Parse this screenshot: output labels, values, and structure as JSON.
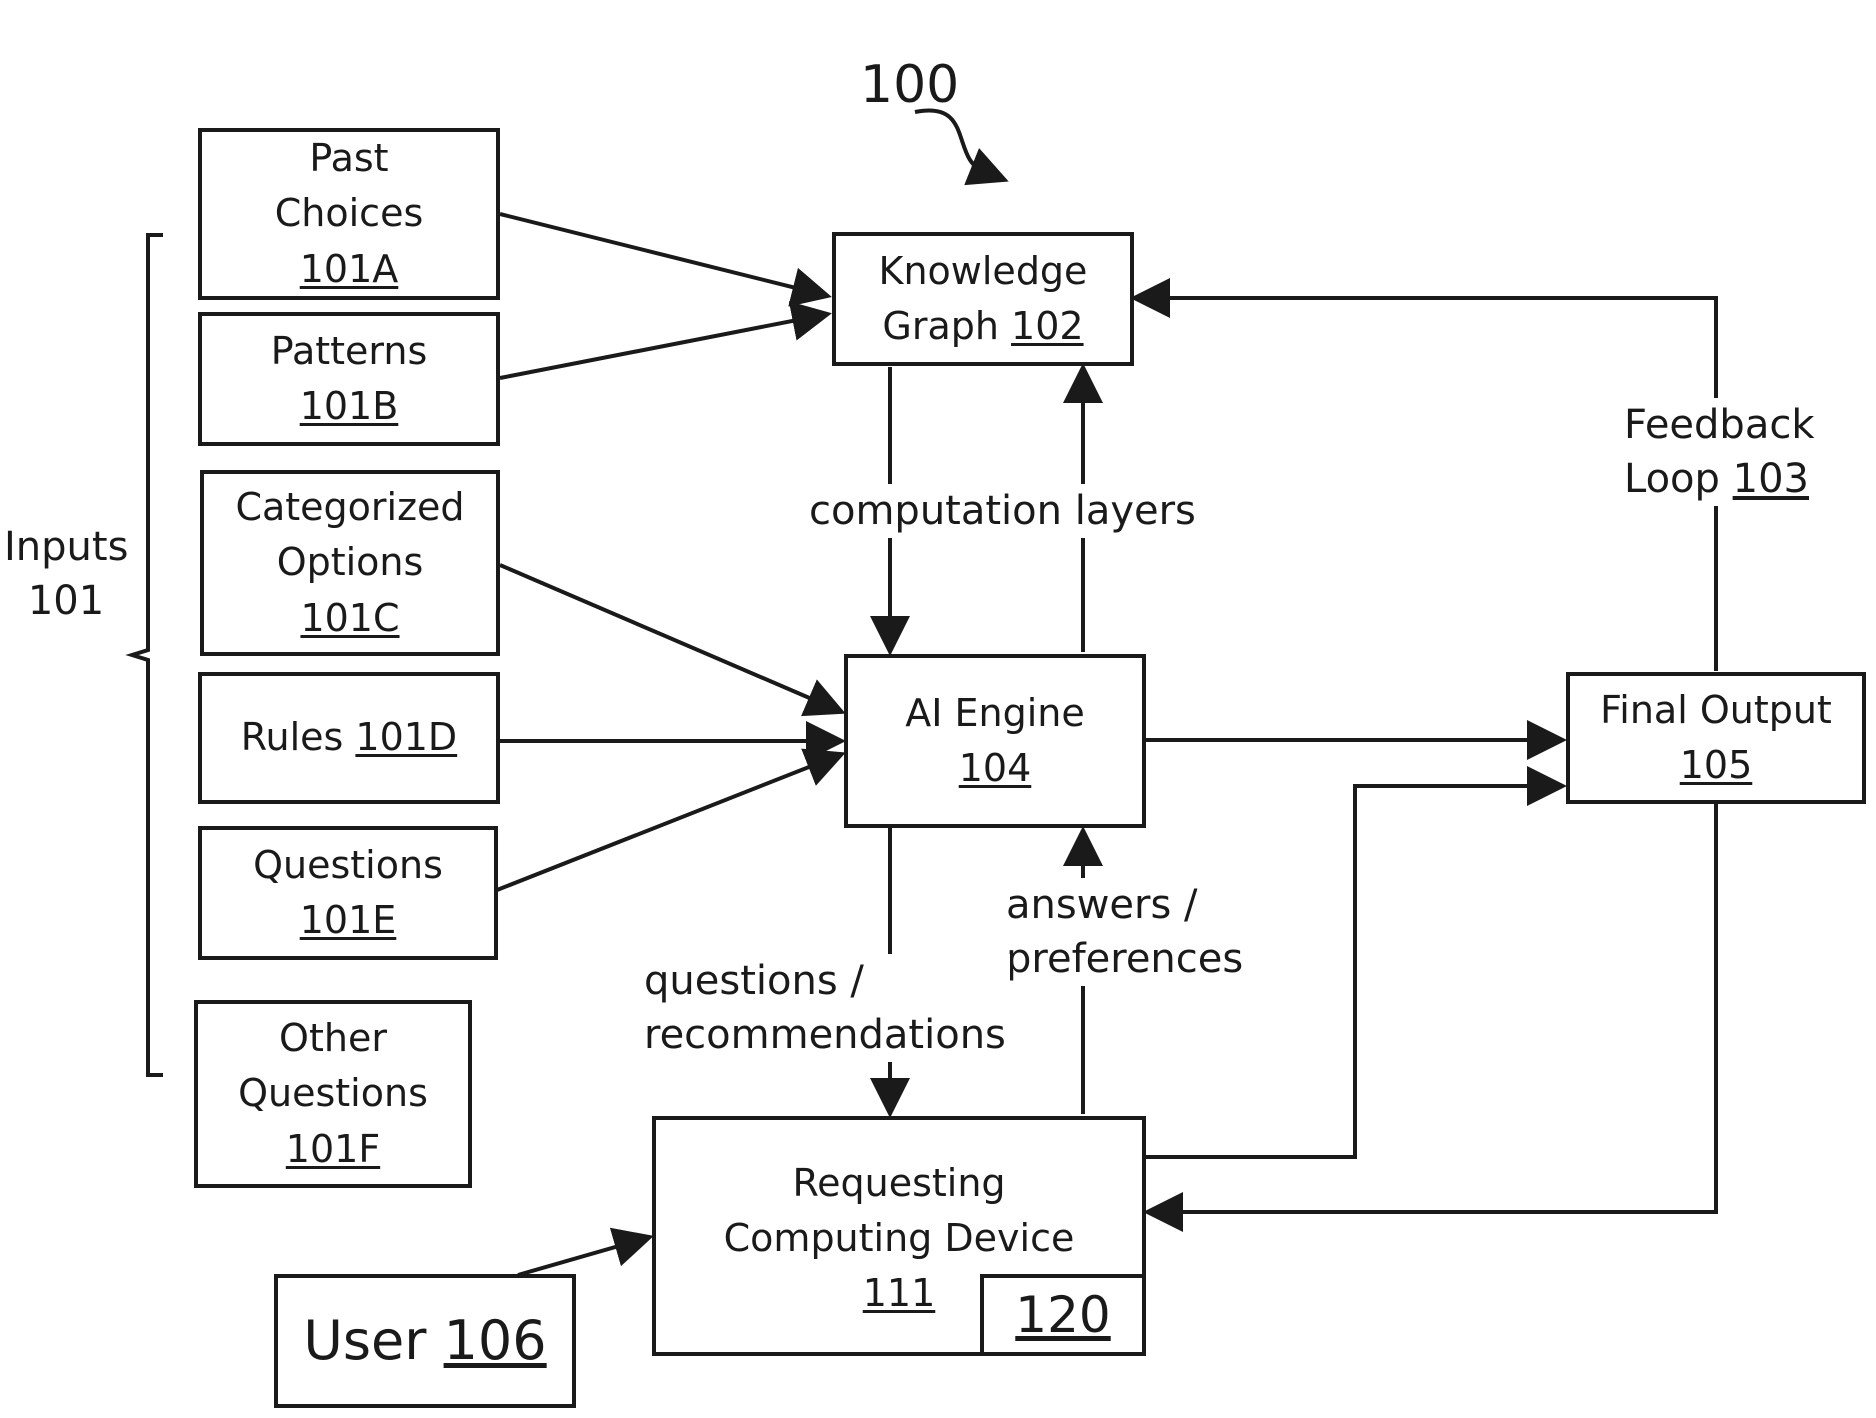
{
  "figure_number": "100",
  "inputs_group": {
    "label_line1": "Inputs",
    "label_line2": "101"
  },
  "boxes": {
    "past_choices": {
      "line1": "Past",
      "line2": "Choices",
      "ref": "101A"
    },
    "patterns": {
      "line1": "Patterns",
      "ref": "101B"
    },
    "categorized_options": {
      "line1": "Categorized",
      "line2": "Options",
      "ref": "101C"
    },
    "rules": {
      "text": "Rules ",
      "ref": "101D"
    },
    "questions": {
      "line1": "Questions",
      "ref": "101E"
    },
    "other_questions": {
      "line1": "Other",
      "line2": "Questions",
      "ref": "101F"
    },
    "knowledge_graph": {
      "line1": "Knowledge",
      "line2_text": "Graph ",
      "ref": "102"
    },
    "ai_engine": {
      "line1": "AI Engine",
      "ref": "104"
    },
    "final_output": {
      "line1": "Final Output",
      "ref": "105"
    },
    "requesting_device": {
      "line1": "Requesting",
      "line2": "Computing Device",
      "ref": "111",
      "inner_ref": "120"
    },
    "user": {
      "text": "User ",
      "ref": "106"
    }
  },
  "edge_labels": {
    "computation_layers": "computation layers",
    "feedback_line1": "Feedback",
    "feedback_line2_text": "Loop ",
    "feedback_ref": "103",
    "answers_line1": "answers /",
    "answers_line2": "preferences",
    "questions_line1": "questions /",
    "questions_line2": "recommendations"
  },
  "colors": {
    "stroke": "#1a1a1a",
    "background": "#ffffff"
  }
}
